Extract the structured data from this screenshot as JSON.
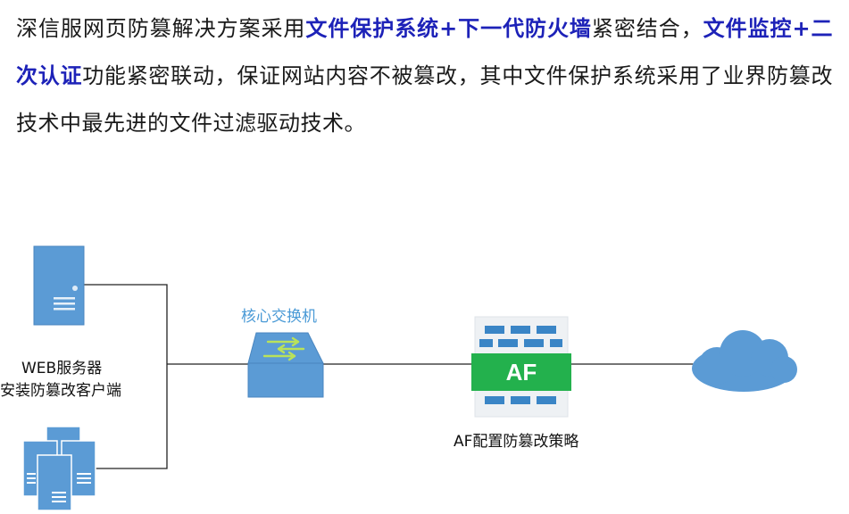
{
  "intro": {
    "t1": "深信服网页防篡解决方案采用",
    "h1": "文件保护系统+下一代防火墙",
    "t2": "紧密结合，",
    "h2": "文件监控+二次认证",
    "t3": "功能紧密联动，保证网站内容不被篡改，其中文件保护系统采用了业界防篡改技术中最先进的文件过滤驱动技术。"
  },
  "diagram": {
    "switch_label": "核心交换机",
    "web_line1": "WEB服务器",
    "web_line2": "安装防篡改客户端",
    "firewall_text": "AF",
    "af_label": "AF配置防篡改策略"
  },
  "colors": {
    "highlight": "#1d22b8",
    "device_blue": "#5b9bd5",
    "firewall_green": "#23b14d",
    "switch_label": "#4a9ad6",
    "cloud": "#5b9bd5"
  }
}
